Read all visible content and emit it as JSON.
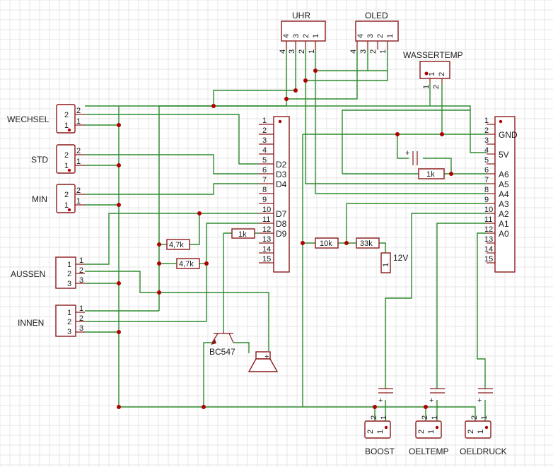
{
  "components": {
    "uhr": {
      "label": "UHR",
      "pins": [
        "4",
        "3",
        "2",
        "1"
      ]
    },
    "oled": {
      "label": "OLED",
      "pins": [
        "4",
        "3",
        "2",
        "1"
      ]
    },
    "wassertemp": {
      "label": "WASSERTEMP",
      "pins": [
        "1",
        "2"
      ]
    },
    "wechsel": {
      "label": "WECHSEL",
      "pins": [
        "2",
        "1"
      ]
    },
    "std": {
      "label": "STD",
      "pins": [
        "2",
        "1"
      ]
    },
    "min": {
      "label": "MIN",
      "pins": [
        "2",
        "1"
      ]
    },
    "aussen": {
      "label": "AUSSEN",
      "pins": [
        "1",
        "2",
        "3"
      ]
    },
    "innen": {
      "label": "INNEN",
      "pins": [
        "1",
        "2",
        "3"
      ]
    },
    "boost": {
      "label": "BOOST",
      "pins": [
        "2",
        "1"
      ]
    },
    "oeltemp": {
      "label": "OELTEMP",
      "pins": [
        "2",
        "1"
      ]
    },
    "oeldruck": {
      "label": "OELDRUCK",
      "pins": [
        "2",
        "1"
      ]
    },
    "transistor": {
      "label": "BC547"
    },
    "supply": {
      "label": "12V",
      "pin": "1"
    }
  },
  "left_header": {
    "pin_numbers": [
      "1",
      "2",
      "3",
      "4",
      "5",
      "6",
      "7",
      "8",
      "9",
      "10",
      "11",
      "12",
      "13",
      "14",
      "15"
    ],
    "pin_names": [
      "D2",
      "D3",
      "D4",
      "D7",
      "D8",
      "D9"
    ]
  },
  "right_header": {
    "pin_numbers": [
      "1",
      "2",
      "3",
      "4",
      "5",
      "6",
      "7",
      "8",
      "9",
      "10",
      "11",
      "12",
      "13",
      "14",
      "15"
    ],
    "pin_names": [
      "GND",
      "5V",
      "A6",
      "A5",
      "A4",
      "A3",
      "A2",
      "A1",
      "A0"
    ]
  },
  "resistors": {
    "r1": "4,7k",
    "r2": "4,7k",
    "r3": "1k",
    "r4": "10k",
    "r5": "33k",
    "r6": "1k"
  },
  "colors": {
    "wire": "#2e8b2e",
    "component": "#8b1a1a",
    "junction": "#b00000",
    "grid": "#e6e6e6"
  }
}
